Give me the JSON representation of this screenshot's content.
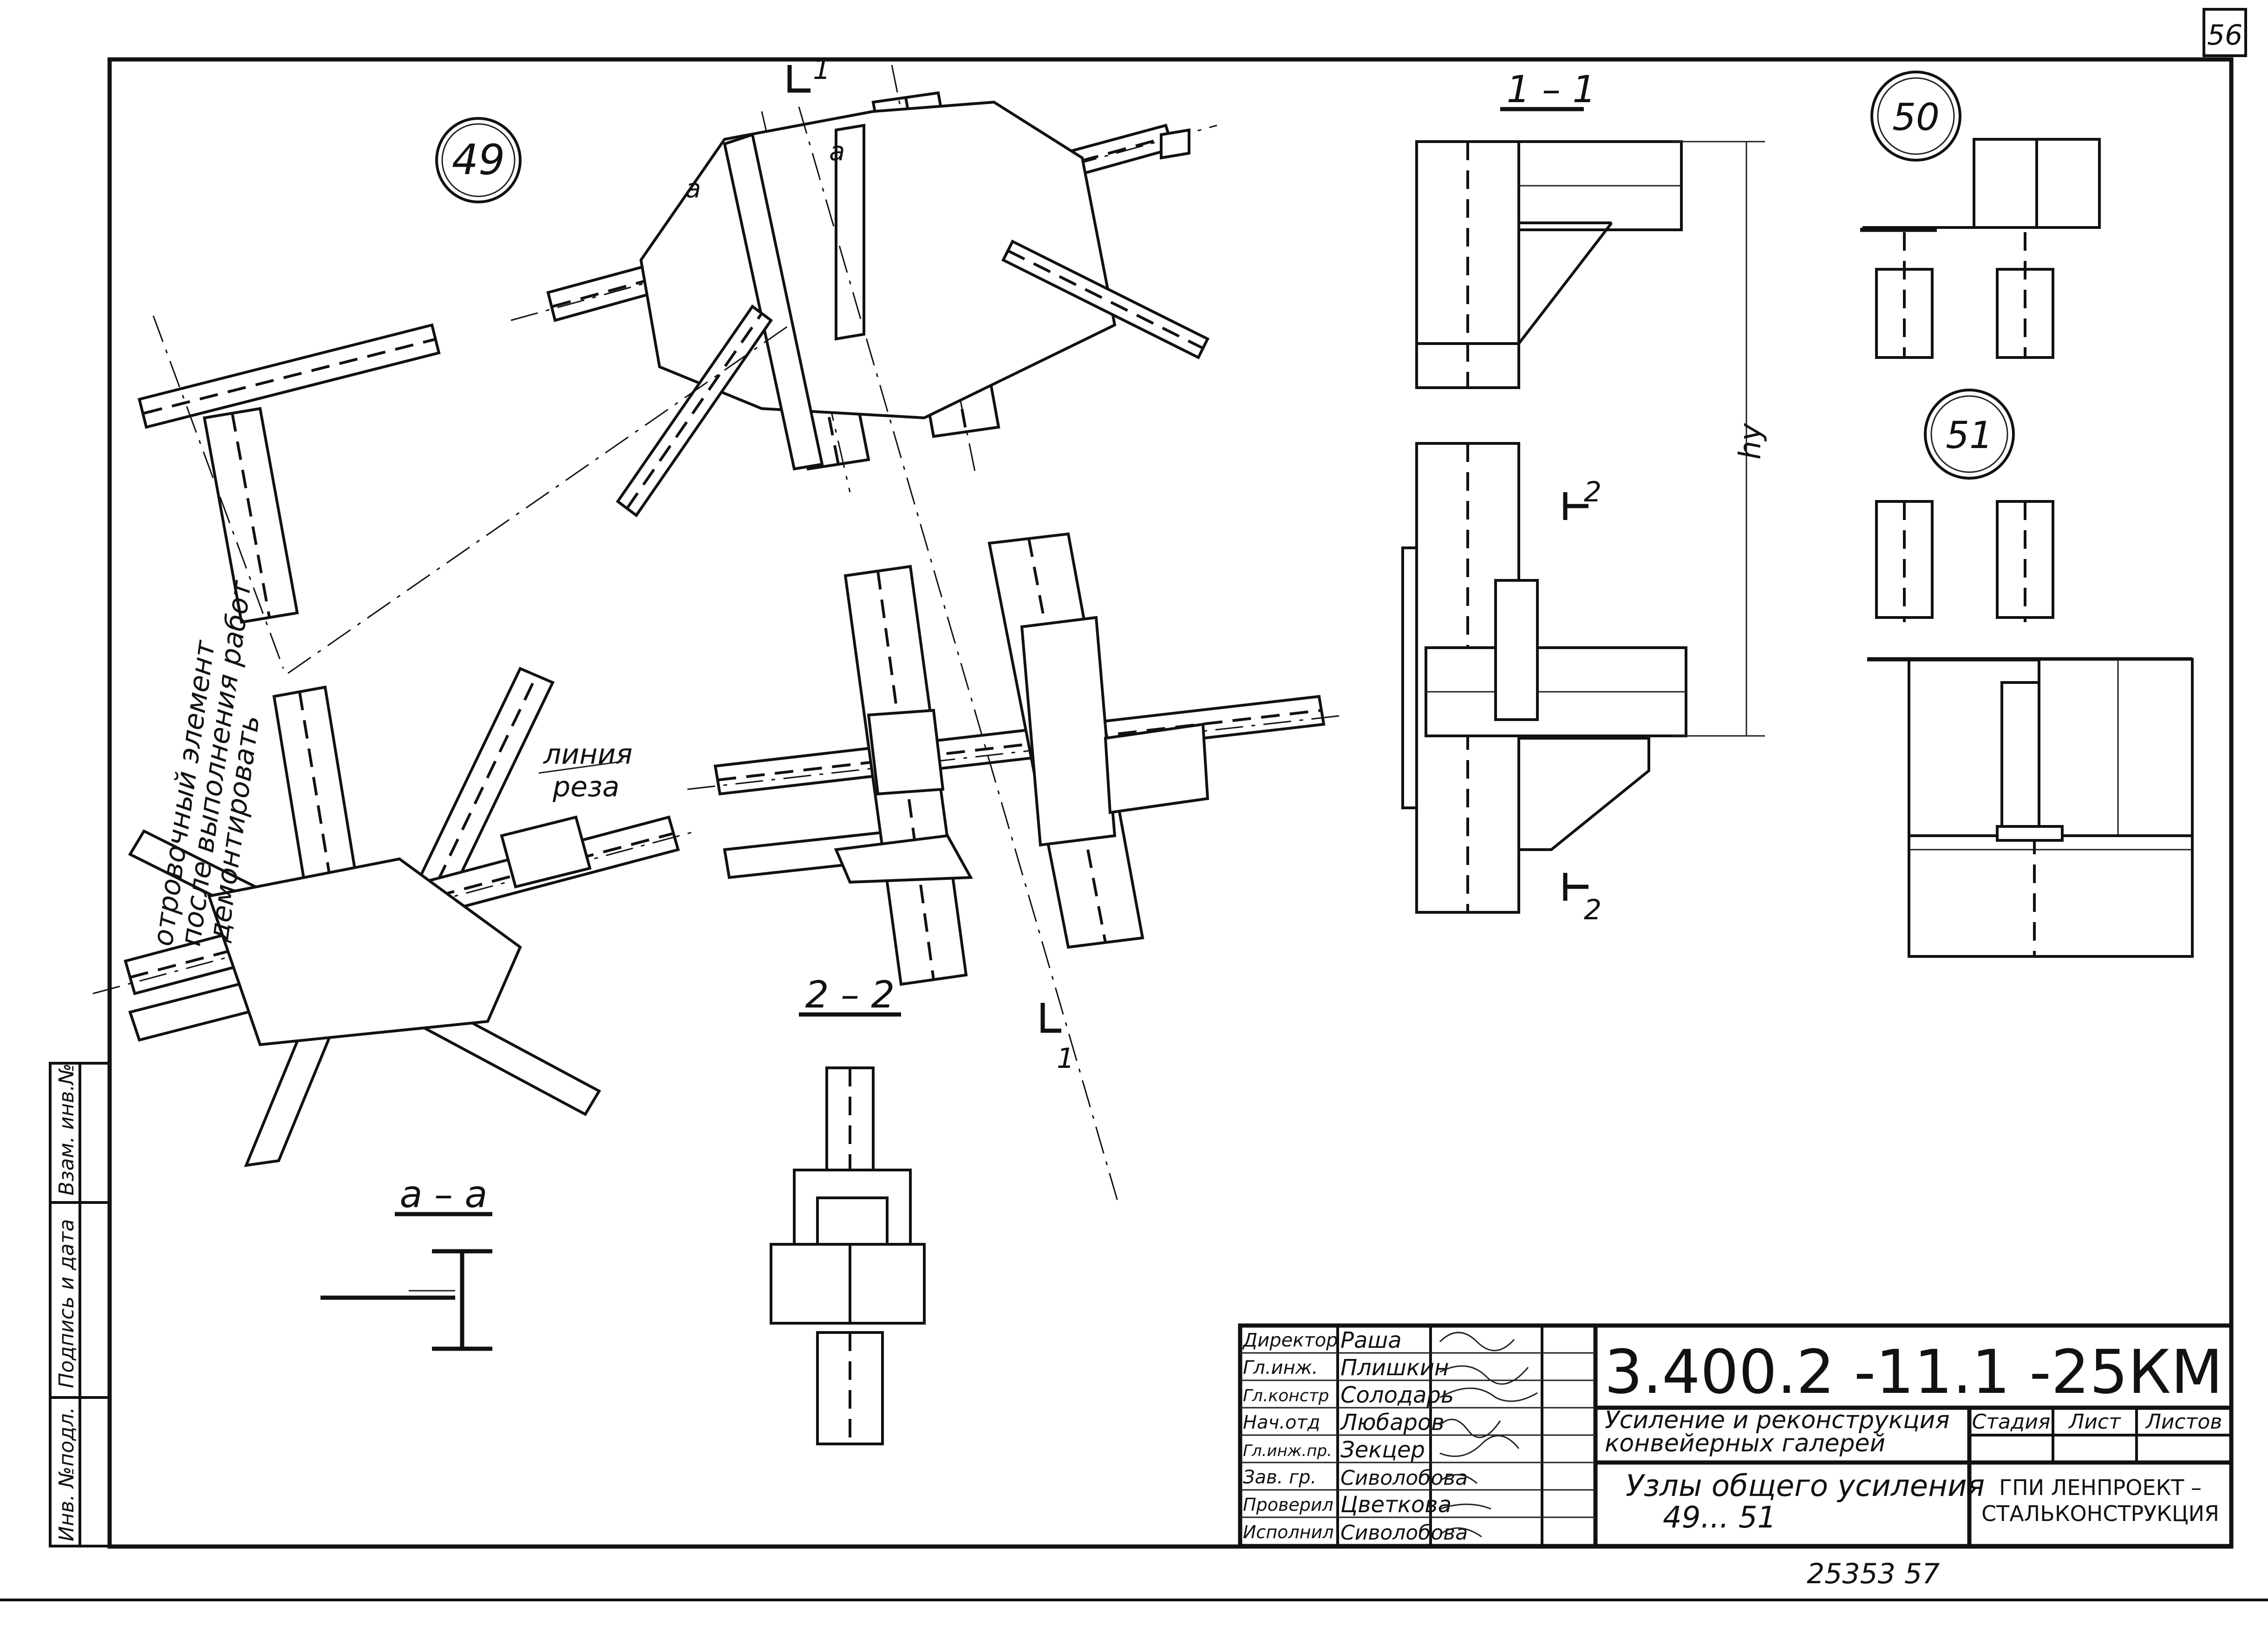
{
  "sheet": {
    "page_number": "56",
    "bottom_numbers": "25353   57"
  },
  "margin_column": {
    "inv_podl": "Инв. №подл.",
    "podpis_data": "Подпись и дата",
    "vzam_inv": "Взам. инв.№"
  },
  "node_labels": {
    "node_49": "49",
    "node_50": "50",
    "node_51": "51"
  },
  "sections": {
    "sec_1_1": "1 – 1",
    "sec_2_2": "2 – 2",
    "sec_a_a": "а – а",
    "cut_1": "1",
    "cut_2": "2",
    "cut_a": "а",
    "hy": "hу"
  },
  "annotations": {
    "liniya": "линия",
    "reza": "реза",
    "note_line1": "отровочный элемент",
    "note_line2": "после выполнения работ",
    "note_line3": "демонтировать"
  },
  "title_block": {
    "designation": "3.400.2 -11.1 -25КМ",
    "project_title_line1": "Усиление и реконструкция",
    "project_title_line2": "конвейерных галерей",
    "sheet_title_line1": "Узлы общего усиления",
    "sheet_title_line2": "49... 51",
    "stage_header": "Стадия",
    "sheet_header": "Лист",
    "sheets_header": "Листов",
    "organization_line1": "ГПИ ЛЕНПРОЕКТ –",
    "organization_line2": "СТАЛЬКОНСТРУКЦИЯ",
    "staff": [
      {
        "role": "Директор",
        "name": "Раша"
      },
      {
        "role": "Гл.инж.",
        "name": "Плишкин"
      },
      {
        "role": "Гл.констр",
        "name": "Солодарь"
      },
      {
        "role": "Нач.отд",
        "name": "Любаров"
      },
      {
        "role": "Гл.инж.пр.",
        "name": "Зекцер"
      },
      {
        "role": "Зав. гр.",
        "name": "Сиволобова"
      },
      {
        "role": "Проверил",
        "name": "Цветкова"
      },
      {
        "role": "Исполнил",
        "name": "Сиволобова"
      }
    ]
  }
}
